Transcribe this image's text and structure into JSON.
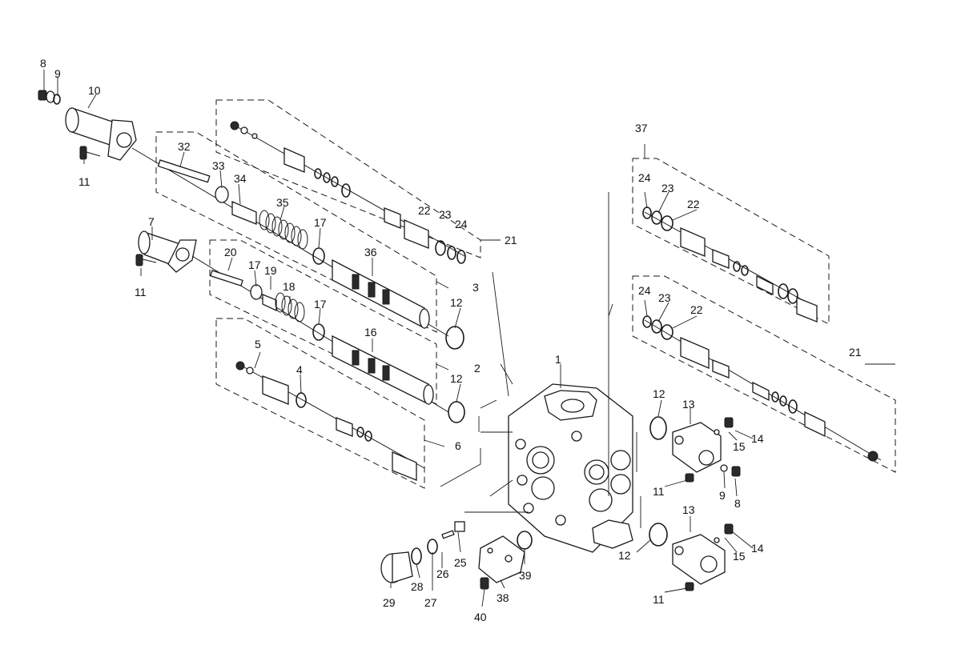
{
  "labels": {
    "p1": "1",
    "p2": "2",
    "p3": "3",
    "p4": "4",
    "p5": "5",
    "p6": "6",
    "p7": "7",
    "p8a": "8",
    "p8b": "8",
    "p9a": "9",
    "p9b": "9",
    "p10": "10",
    "p11a": "11",
    "p11b": "11",
    "p11c": "11",
    "p11d": "11",
    "p12a": "12",
    "p12b": "12",
    "p12c": "12",
    "p12d": "12",
    "p13a": "13",
    "p13b": "13",
    "p14a": "14",
    "p14b": "14",
    "p15a": "15",
    "p15b": "15",
    "p16": "16",
    "p17a": "17",
    "p17b": "17",
    "p17c": "17",
    "p18": "18",
    "p19": "19",
    "p20": "20",
    "p21a": "21",
    "p21b": "21",
    "p22a": "22",
    "p22b": "22",
    "p22c": "22",
    "p23a": "23",
    "p23b": "23",
    "p23c": "23",
    "p24a": "24",
    "p24b": "24",
    "p24c": "24",
    "p25": "25",
    "p26": "26",
    "p27": "27",
    "p28": "28",
    "p29": "29",
    "p32": "32",
    "p33": "33",
    "p34": "34",
    "p35": "35",
    "p36": "36",
    "p37": "37",
    "p38": "38",
    "p39": "39",
    "p40": "40"
  }
}
